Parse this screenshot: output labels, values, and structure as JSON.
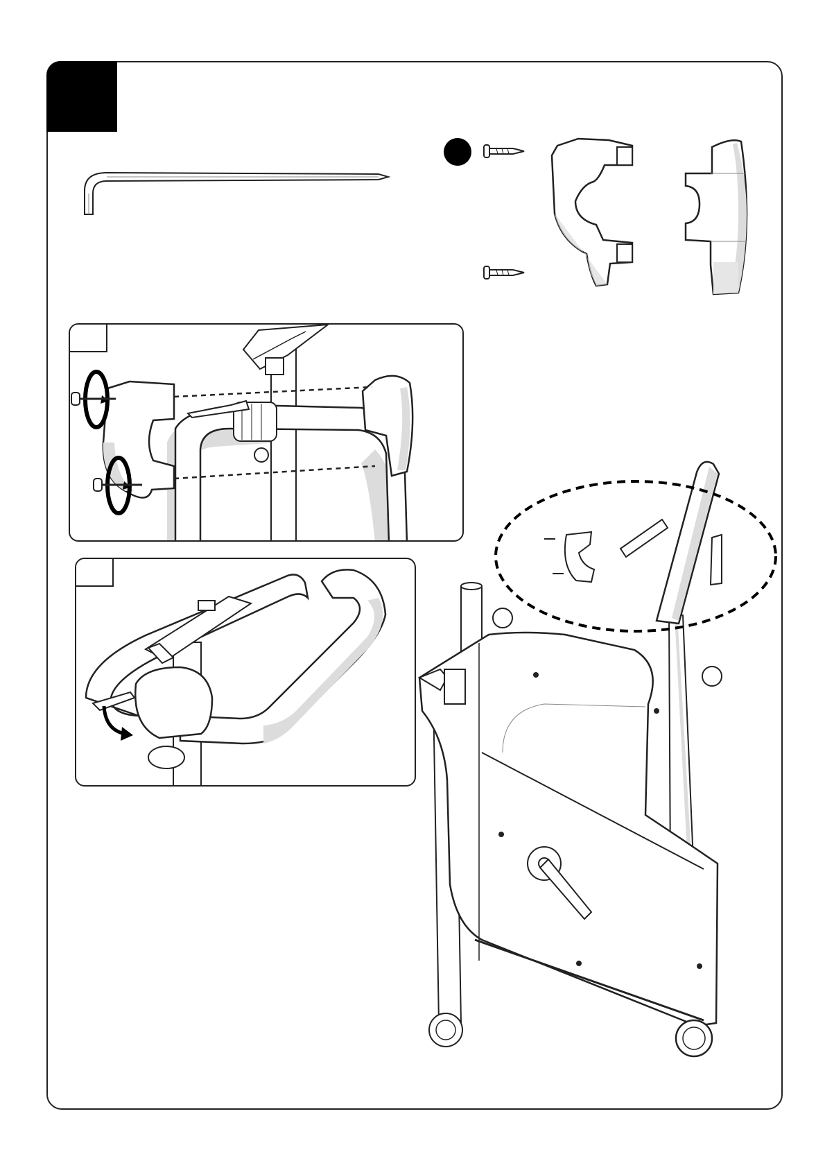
{
  "colors": {
    "ink": "#222222",
    "fill": "#ffffff",
    "shade": "#dcdcdc",
    "badge": "#000000"
  },
  "icons": [
    "allen-key-icon",
    "screw-icon",
    "rotate-arrow-icon",
    "clamp-arrow-icon"
  ],
  "hardware_marker": {
    "shape": "filled-circle"
  },
  "subpanels": [
    {
      "id": "a",
      "content": "screw-fastening-detail"
    },
    {
      "id": "b",
      "content": "clamp-lever-detail"
    }
  ]
}
